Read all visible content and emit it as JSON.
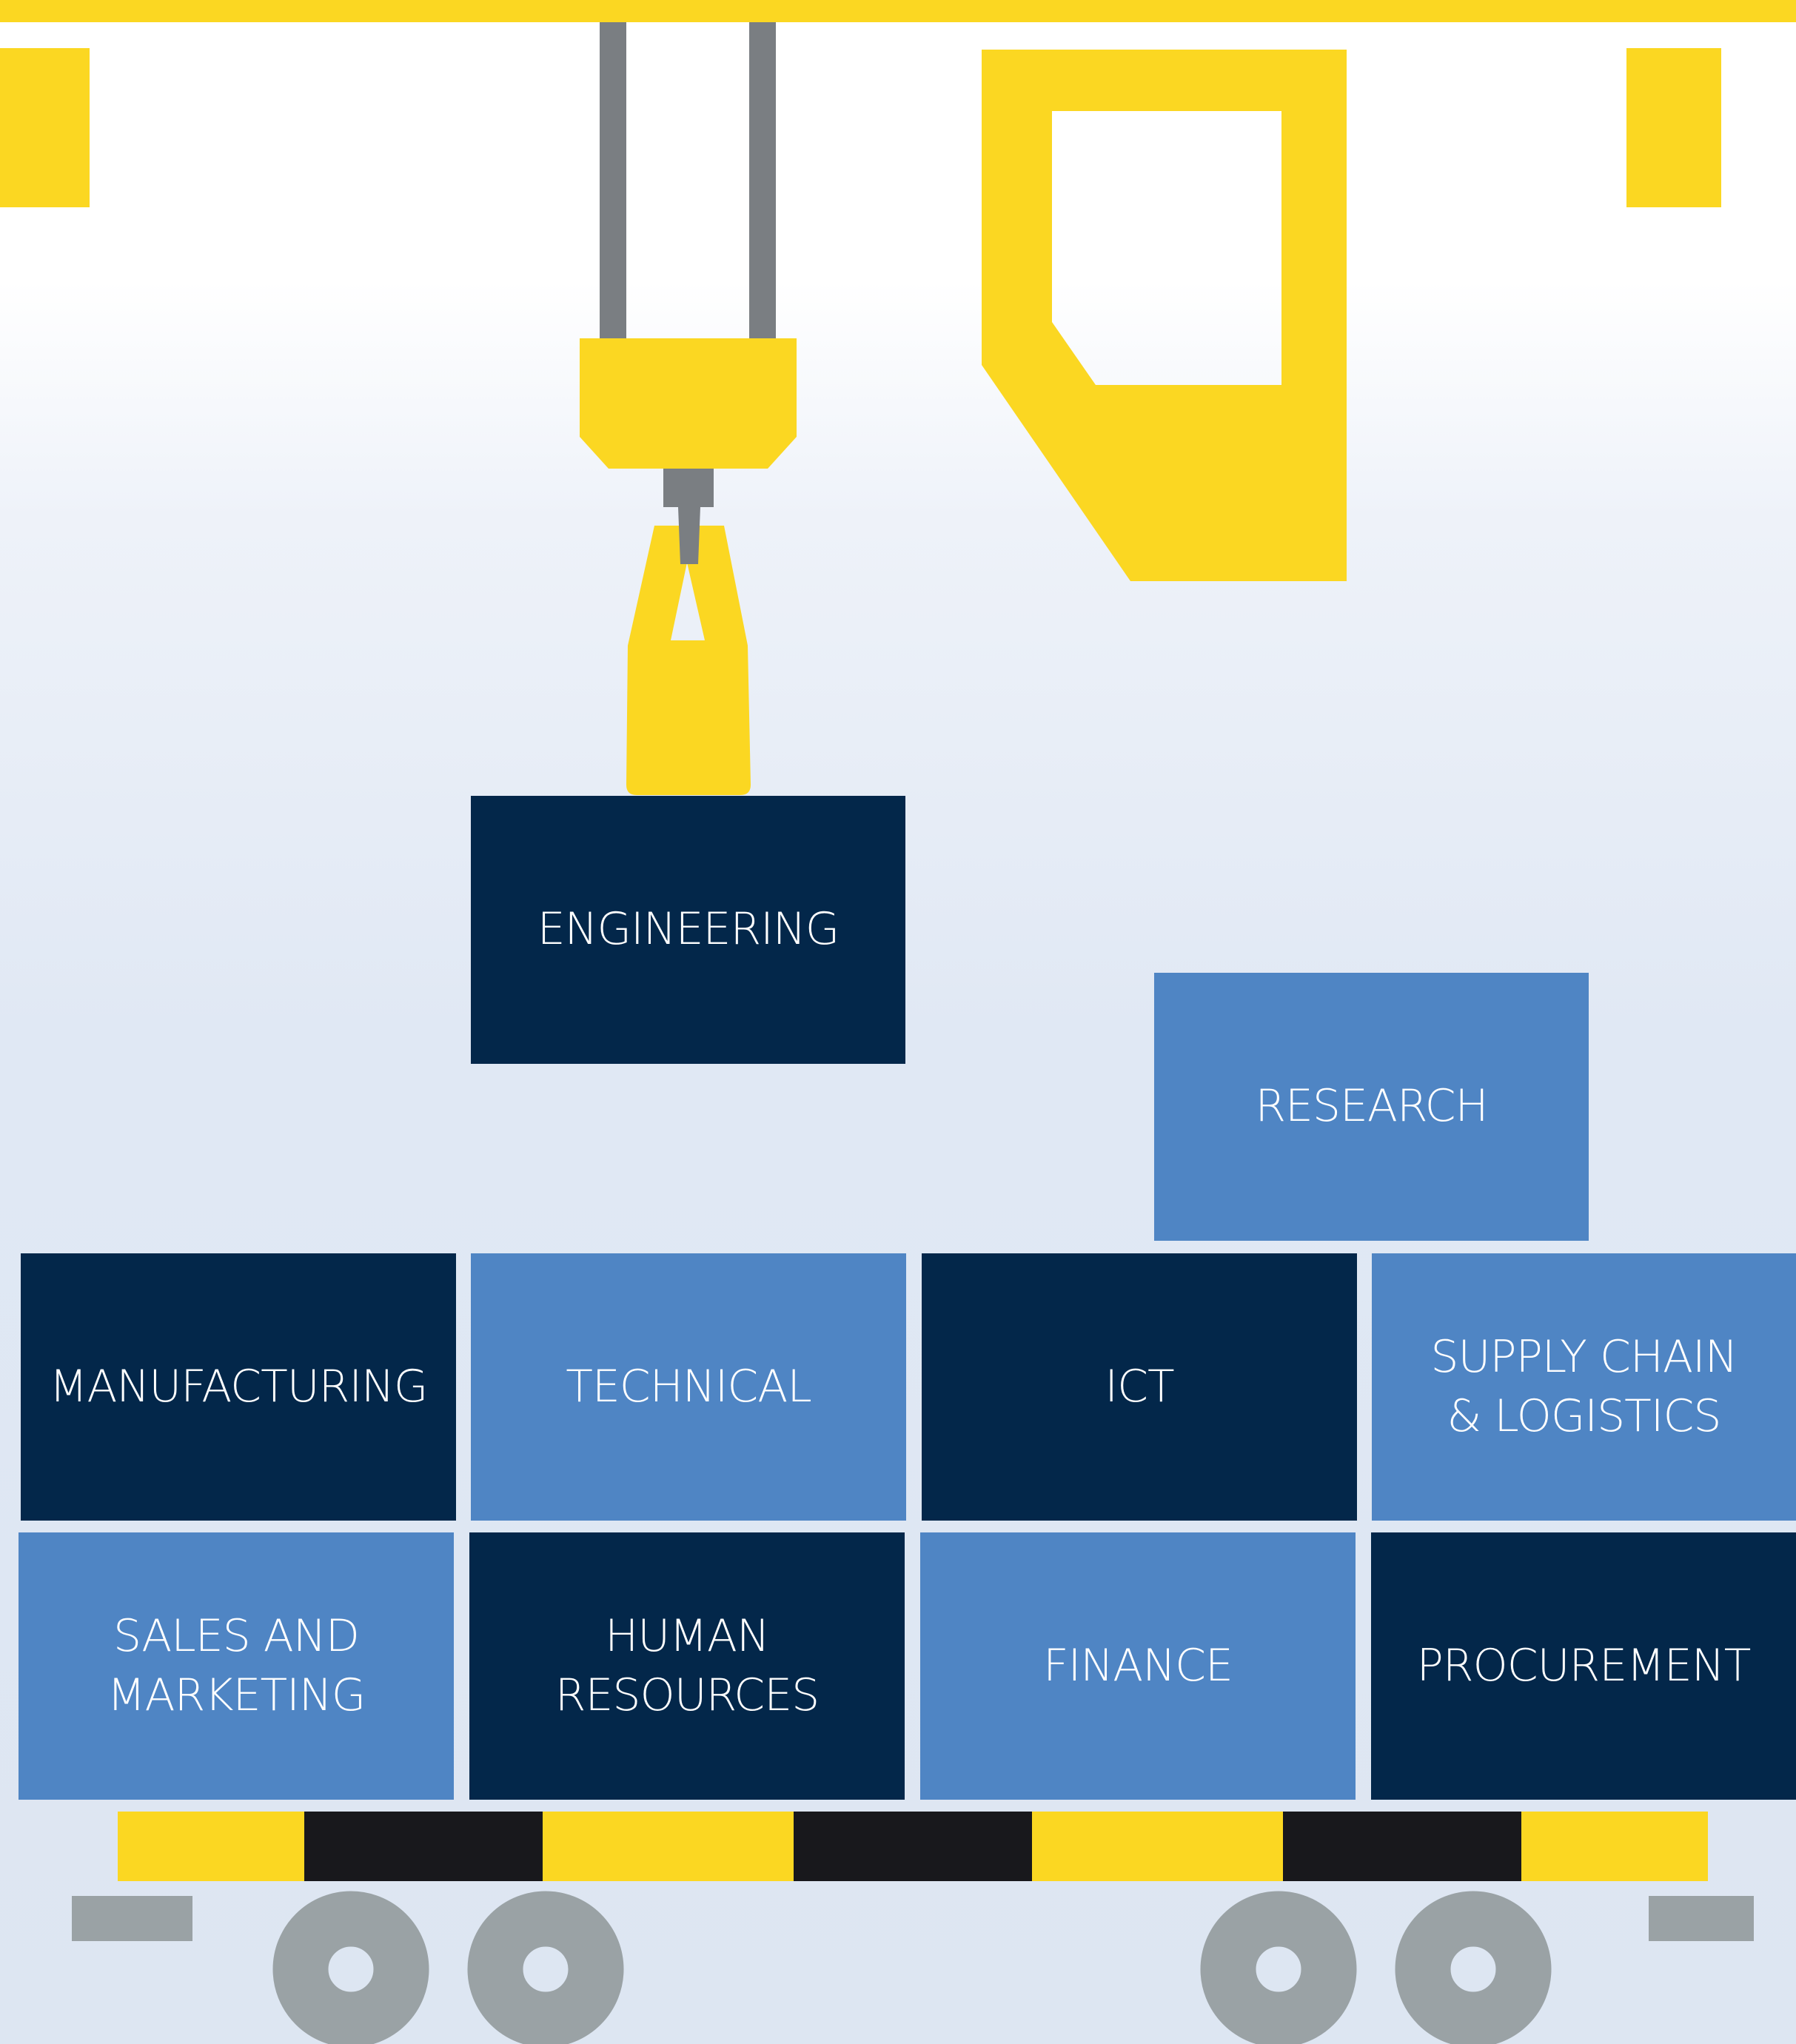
{
  "colors": {
    "crane_yellow": "#fbd722",
    "cable_gray": "#7a7e82",
    "dark_box": "#03274a",
    "light_box": "#4f85c4",
    "truck_black": "#18181c",
    "wheel_gray": "#9aa2a5",
    "background": "#dfe7f3"
  },
  "boxes": {
    "engineering": "ENGINEERING",
    "research": "RESEARCH",
    "manufacturing": "MANUFACTURING",
    "technical": "TECHNICAL",
    "ict": "ICT",
    "supply_chain": "SUPPLY CHAIN\n& LOGISTICS",
    "sales_marketing": "SALES AND\nMARKETING",
    "human_resources": "HUMAN\nRESOURCES",
    "finance": "FINANCE",
    "procurement": "PROCUREMENT"
  }
}
